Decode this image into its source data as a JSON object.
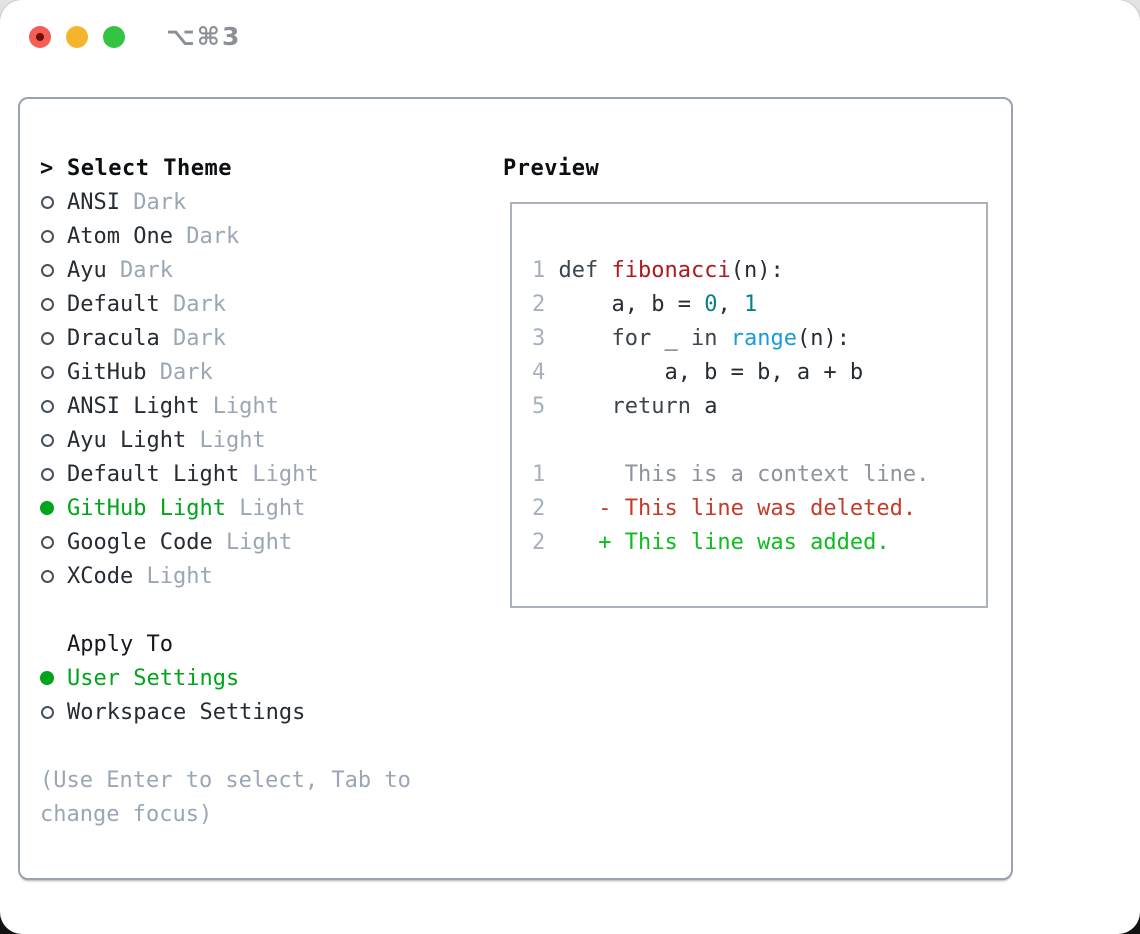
{
  "window": {
    "shortcut_label": "⌥⌘3"
  },
  "theme_picker": {
    "prompt": ">",
    "title": "Select Theme",
    "themes": [
      {
        "name": "ANSI",
        "variant": "Dark",
        "selected": false
      },
      {
        "name": "Atom One",
        "variant": "Dark",
        "selected": false
      },
      {
        "name": "Ayu",
        "variant": "Dark",
        "selected": false
      },
      {
        "name": "Default",
        "variant": "Dark",
        "selected": false
      },
      {
        "name": "Dracula",
        "variant": "Dark",
        "selected": false
      },
      {
        "name": "GitHub",
        "variant": "Dark",
        "selected": false
      },
      {
        "name": "ANSI Light",
        "variant": "Light",
        "selected": false
      },
      {
        "name": "Ayu Light",
        "variant": "Light",
        "selected": false
      },
      {
        "name": "Default Light",
        "variant": "Light",
        "selected": false
      },
      {
        "name": "GitHub Light",
        "variant": "Light",
        "selected": true
      },
      {
        "name": "Google Code",
        "variant": "Light",
        "selected": false
      },
      {
        "name": "XCode",
        "variant": "Light",
        "selected": false
      }
    ],
    "apply_to": {
      "title": "Apply To",
      "options": [
        {
          "name": "User Settings",
          "selected": true
        },
        {
          "name": "Workspace Settings",
          "selected": false
        }
      ]
    },
    "hint_lines": [
      "(Use Enter to select, Tab to",
      "change focus)"
    ]
  },
  "preview": {
    "title": "Preview",
    "code_lines": [
      {
        "num": "1",
        "segments": [
          {
            "t": "def",
            "c": "kw"
          },
          {
            "t": " ",
            "c": "pl"
          },
          {
            "t": "fibonacci",
            "c": "fn"
          },
          {
            "t": "(n):",
            "c": "pl"
          }
        ]
      },
      {
        "num": "2",
        "segments": [
          {
            "t": "    a, b = ",
            "c": "pl"
          },
          {
            "t": "0",
            "c": "lit"
          },
          {
            "t": ", ",
            "c": "pl"
          },
          {
            "t": "1",
            "c": "lit"
          }
        ]
      },
      {
        "num": "3",
        "segments": [
          {
            "t": "    ",
            "c": "pl"
          },
          {
            "t": "for",
            "c": "kw"
          },
          {
            "t": " _ ",
            "c": "pl"
          },
          {
            "t": "in",
            "c": "kw"
          },
          {
            "t": " ",
            "c": "pl"
          },
          {
            "t": "range",
            "c": "builtin"
          },
          {
            "t": "(n):",
            "c": "pl"
          }
        ]
      },
      {
        "num": "4",
        "segments": [
          {
            "t": "        a, b = b, a + b",
            "c": "pl"
          }
        ]
      },
      {
        "num": "5",
        "segments": [
          {
            "t": "    ",
            "c": "pl"
          },
          {
            "t": "return",
            "c": "kw"
          },
          {
            "t": " a",
            "c": "pl"
          }
        ]
      },
      {
        "num": "",
        "segments": []
      },
      {
        "num": "1",
        "segments": [
          {
            "t": "     This is a context line.",
            "c": "ctx"
          }
        ]
      },
      {
        "num": "2",
        "segments": [
          {
            "t": "   - This line was deleted.",
            "c": "del"
          }
        ]
      },
      {
        "num": "2",
        "segments": [
          {
            "t": "   + This line was added.",
            "c": "add"
          }
        ]
      }
    ]
  },
  "colors": {
    "accent_green": "#00a51b",
    "text": "#262c33",
    "muted": "#9ba6b4",
    "line_number": "#a6b0bd",
    "keyword": "#3c444d",
    "function_red": "#b0181f",
    "literal_teal": "#0b7e8a",
    "builtin_blue": "#189cd3",
    "diff_context": "#8d949c",
    "diff_deleted": "#c53b28",
    "diff_added": "#0dbd20",
    "panel_border": "#9aa2ac",
    "preview_border": "#aab2bb",
    "titlebar_text": "#8a9096",
    "traffic_red": "#f35e56",
    "traffic_red_dot": "#701000",
    "traffic_yellow": "#f6b42d",
    "traffic_green": "#33c444"
  }
}
